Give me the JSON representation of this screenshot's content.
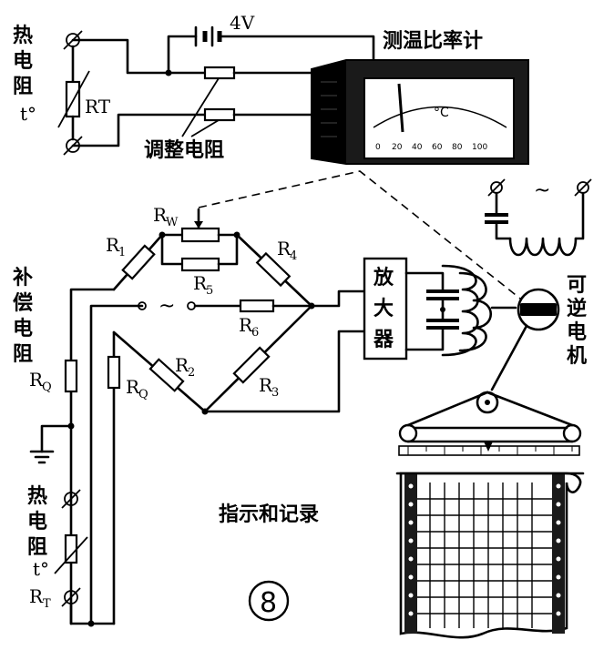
{
  "top": {
    "thermistor_label": [
      "热",
      "电",
      "阻"
    ],
    "t_symbol": "t°",
    "rt_label": "RT",
    "battery_label": "4V",
    "meter_title": "测温比率计",
    "adjust_resistor_label": "调整电阻",
    "meter_unit": "°C",
    "meter_scale": [
      "0",
      "20",
      "40",
      "60",
      "80",
      "100"
    ]
  },
  "bridge": {
    "rw": "R",
    "rw_sub": "W",
    "r1": "R",
    "r1_sub": "1",
    "r2": "R",
    "r2_sub": "2",
    "r3": "R",
    "r3_sub": "3",
    "r4": "R",
    "r4_sub": "4",
    "r5": "R",
    "r5_sub": "5",
    "r6": "R",
    "r6_sub": "6",
    "rq_left": "R",
    "rq_left_sub": "Q",
    "rq_right": "R",
    "rq_right_sub": "Q",
    "ac_symbol": "~"
  },
  "left": {
    "comp_label": [
      "补",
      "偿",
      "电",
      "阻"
    ],
    "thermistor_label": [
      "热",
      "电",
      "阻"
    ],
    "t_symbol": "t°",
    "rt_label": "R",
    "rt_sub": "T"
  },
  "amplifier": {
    "label": [
      "放",
      "大",
      "器"
    ]
  },
  "motor": {
    "label": [
      "可",
      "逆",
      "电",
      "机"
    ],
    "ac_symbol": "~"
  },
  "recorder": {
    "label": "指示和记录"
  },
  "figure_number": "8"
}
